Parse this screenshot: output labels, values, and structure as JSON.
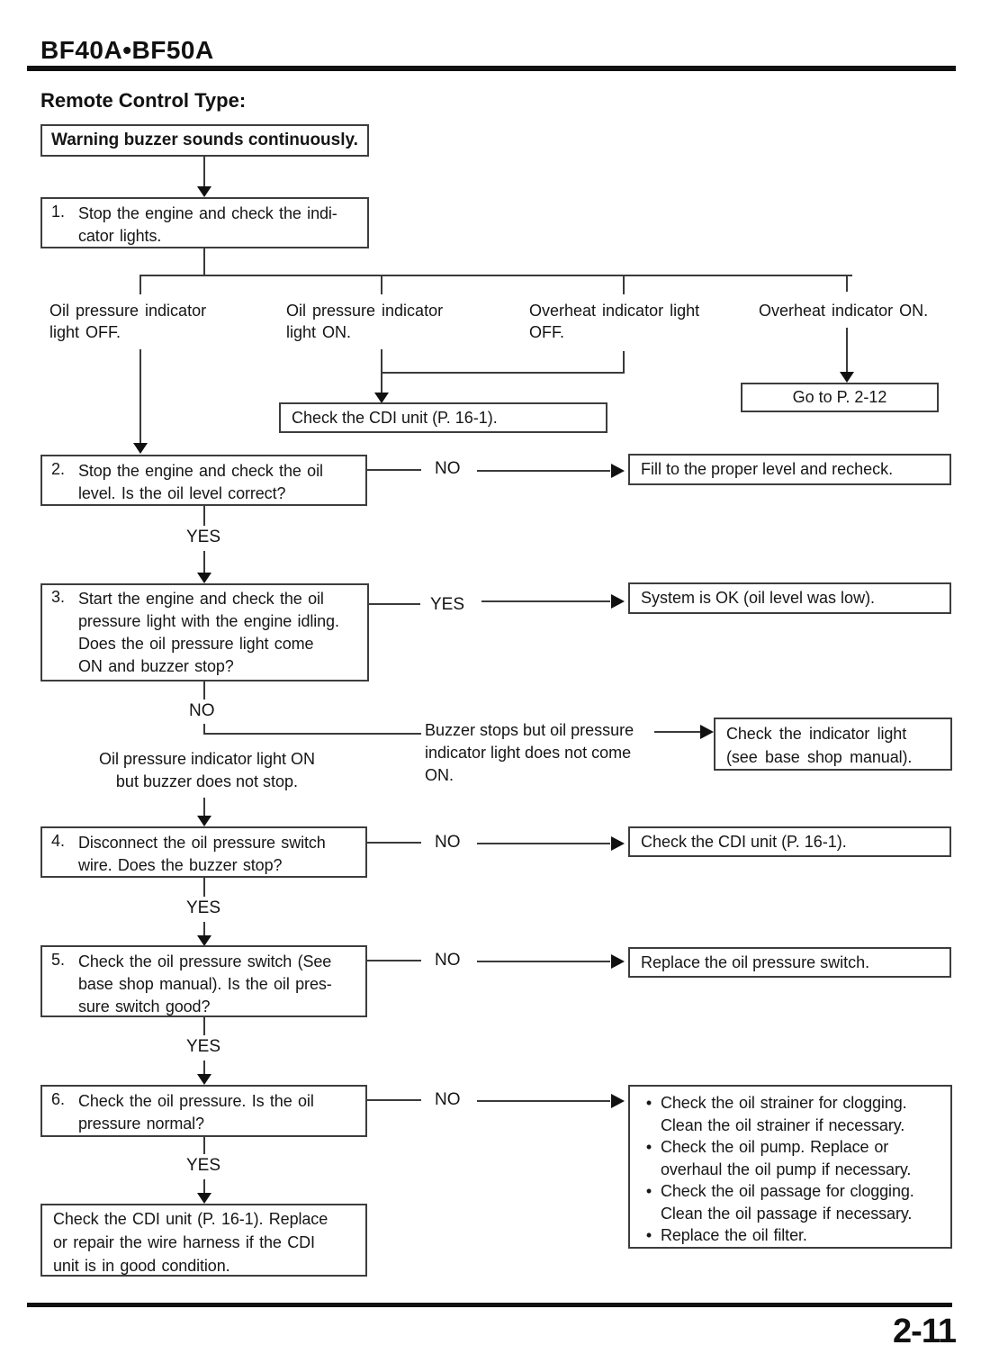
{
  "page": {
    "header_title": "BF40A•BF50A",
    "section_title": "Remote Control Type:",
    "page_number": "2-11"
  },
  "labels": {
    "yes": "YES",
    "no": "NO",
    "bullet": "•"
  },
  "flow": {
    "start": "Warning buzzer sounds continuously.",
    "step1": {
      "num": "1.",
      "lines": [
        "Stop the engine and check the indi-",
        "cator lights."
      ]
    },
    "branch_oil_off": {
      "lines": [
        "Oil pressure indicator",
        "light OFF."
      ]
    },
    "branch_oil_on": {
      "lines": [
        "Oil pressure indicator",
        "light ON."
      ]
    },
    "branch_overheat_off": {
      "lines": [
        "Overheat indicator light",
        "OFF."
      ]
    },
    "branch_overheat_on": {
      "lines": [
        "Overheat indicator ON."
      ]
    },
    "check_cdi_1": "Check the CDI unit (P. 16-1).",
    "goto_page": "Go to P. 2-12",
    "step2": {
      "num": "2.",
      "lines": [
        "Stop the engine and check the oil",
        "level. Is the oil level correct?"
      ]
    },
    "fill_recheck": "Fill to the proper level and recheck.",
    "step3": {
      "num": "3.",
      "lines": [
        "Start the engine and check the oil",
        "pressure light with the engine idling.",
        "Does the oil pressure light come",
        "ON and buzzer stop?"
      ]
    },
    "system_ok": "System is OK (oil level was low).",
    "no_branch_left": {
      "lines": [
        "Oil pressure indicator light ON",
        "but buzzer does not stop."
      ]
    },
    "no_branch_right": {
      "lines": [
        "Buzzer stops but oil pressure",
        "indicator light does not come",
        "ON."
      ]
    },
    "check_indicator": {
      "lines": [
        "Check the indicator light",
        "(see base shop manual)."
      ]
    },
    "step4": {
      "num": "4.",
      "lines": [
        "Disconnect the oil pressure switch",
        "wire. Does the buzzer stop?"
      ]
    },
    "check_cdi_2": "Check the CDI unit (P. 16-1).",
    "step5": {
      "num": "5.",
      "lines": [
        "Check the oil pressure switch (See",
        "base shop manual). Is the oil pres-",
        "sure switch good?"
      ]
    },
    "replace_switch": "Replace the oil pressure switch.",
    "step6": {
      "num": "6.",
      "lines": [
        "Check the oil pressure. Is the oil",
        "pressure normal?"
      ]
    },
    "oil_actions": [
      {
        "lines": [
          "Check the oil strainer for clogging.",
          "Clean the oil strainer if necessary."
        ]
      },
      {
        "lines": [
          "Check the oil pump. Replace or",
          "overhaul the oil pump if necessary."
        ]
      },
      {
        "lines": [
          "Check the oil passage for clogging.",
          "Clean the oil passage if necessary."
        ]
      },
      {
        "lines": [
          "Replace the oil filter."
        ]
      }
    ],
    "final_box": {
      "lines": [
        "Check the CDI unit (P. 16-1). Replace",
        "or repair the wire harness if the CDI",
        "unit is in good condition."
      ]
    }
  },
  "colors": {
    "ink": "#111111",
    "border": "#3d3d3d",
    "paper": "#ffffff"
  }
}
